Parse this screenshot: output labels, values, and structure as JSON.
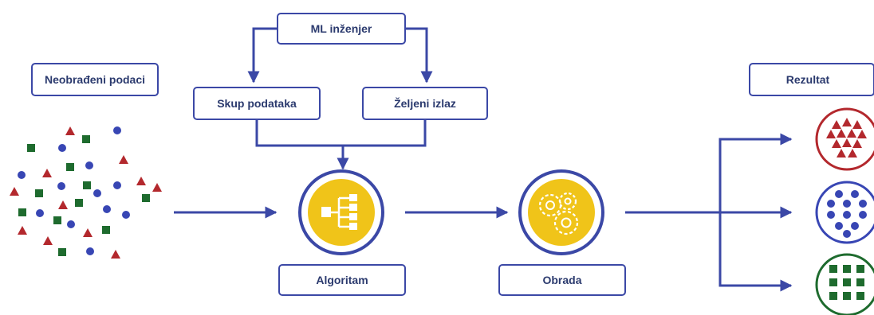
{
  "colors": {
    "primary": "#3b48a6",
    "yellow": "#f0c419",
    "red": "#b3282d",
    "blue": "#3846b4",
    "green": "#1e6b2e"
  },
  "labels": {
    "engineer": "ML inženjer",
    "raw_data": "Neobrađeni podaci",
    "dataset": "Skup podataka",
    "desired_output": "Željeni izlaz",
    "algorithm": "Algoritam",
    "processing": "Obrada",
    "result": "Rezultat"
  },
  "icons": {
    "algorithm": "hierarchy-icon",
    "processing": "gears-icon"
  }
}
